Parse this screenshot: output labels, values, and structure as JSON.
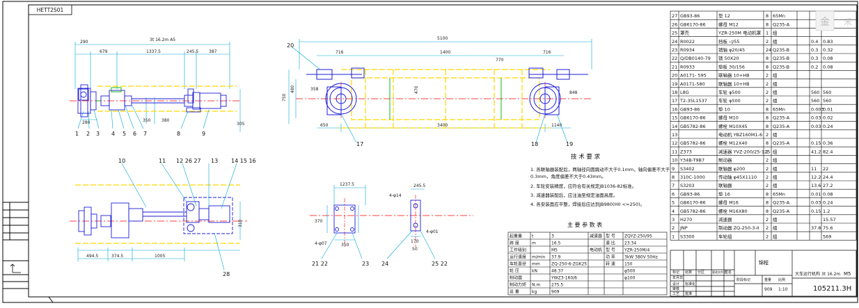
{
  "drawing": {
    "stamp": "HETT2S01",
    "drawing_number": "105211.3H",
    "company": "锦程",
    "title_name": "大车运行机构",
    "span_label": "3t 16.2m",
    "duty_class": "M5",
    "scale": "1:10"
  },
  "dimensions": {
    "top_left": [
      "290",
      "679",
      "1337.5",
      "245.5",
      "387",
      "3t 16.2m A5",
      "280",
      "350",
      "380",
      "305"
    ],
    "top_right": [
      "5100",
      "716",
      "1400",
      "716",
      "3400",
      "650",
      "1140",
      "750",
      "480",
      "358",
      "470",
      "848",
      "770"
    ],
    "bottom_left": [
      "494.5",
      "374.5",
      "1005",
      "310"
    ],
    "bottom_mid": [
      "1237.5",
      "245.5",
      "4-φ14",
      "370",
      "4-φ07",
      "350",
      "4-φ01",
      "170",
      "50"
    ]
  },
  "balloons": {
    "top_left": [
      "1",
      "2",
      "3",
      "4",
      "5",
      "6",
      "7",
      "8",
      "9"
    ],
    "top_right": [
      "20",
      "17",
      "18",
      "19"
    ],
    "bottom_left": [
      "10",
      "11",
      "12 26 27",
      "13",
      "14 15 16",
      "28"
    ],
    "bottom_mid": [
      "21 22",
      "23",
      "24",
      "25 22"
    ]
  },
  "tech_requirements": {
    "title": "技 术 要 求",
    "items": [
      "1. 各联轴器装配后，两轴径向圆跳动不大于0.1mm，轴向偏差不大于",
      "   0.3mm，角度偏差不大于0.43mm。",
      "2. 车轮安装精度，应符合有关规定JB1036-82标准。",
      "3. 减速器装配后，应注油至规定油面高度。",
      "4. 各安装面应平整，焊接后应达到JB980(H0 <=250)。"
    ]
  },
  "params": {
    "title": "主 要 参 数 表",
    "rows": [
      [
        "起重量",
        "t",
        "3",
        "减速器",
        "型 号",
        "ZQYZ-250/95"
      ],
      [
        "跨  度",
        "m",
        "16.5",
        "",
        "速 比",
        "23.34"
      ],
      [
        "工作级别",
        "",
        "M5",
        "电动机",
        "型 号",
        "YZR-250M/4"
      ],
      [
        "运行速度",
        "m/min",
        "37.9",
        "",
        "功 率",
        "3kW 380V 50Hz"
      ],
      [
        "车轮直径",
        "mm",
        "ZQ-250-6-ZGK25",
        "",
        "转 速",
        "150"
      ],
      [
        "轮  压",
        "kN",
        "48.37",
        "",
        "",
        "φ500"
      ],
      [
        "制动器",
        "",
        "YWZ3-160/6",
        "",
        "",
        "φ100"
      ],
      [
        "制动力矩",
        "N.m",
        "275.5",
        "",
        "",
        ""
      ],
      [
        "总  重",
        "kg",
        "909",
        "",
        "",
        ""
      ]
    ]
  },
  "bom": {
    "rows": [
      [
        "27",
        "GB93-86",
        "垫 12",
        "8",
        "65Mn",
        "",
        ""
      ],
      [
        "26",
        "GB6170-86",
        "螺母 M12",
        "8",
        "Q235-A",
        "",
        ""
      ],
      [
        "25",
        "罩壳",
        "YZR-250M 电动机罩",
        "1",
        "组",
        "",
        ""
      ],
      [
        "24",
        "R0022",
        "挡板 ◁/55",
        "2",
        "组",
        "0.4",
        "0.83"
      ],
      [
        "23",
        "R0934",
        "销轴 φ20/45",
        "24",
        "Q235-B",
        "0.3",
        "0.32"
      ],
      [
        "22",
        "Q/DB0140-79",
        "锁 50X20",
        "8",
        "Q235-B",
        "0.3",
        "0.08"
      ],
      [
        "21",
        "R0933",
        "垫板 30/156",
        "8",
        "Q235-B",
        "0.2",
        "0.08"
      ],
      [
        "20",
        "A0171- 595",
        "联轴器 10+HB",
        "2",
        "组",
        "",
        ""
      ],
      [
        "19",
        "A0171-580",
        "联轴器 10+HB",
        "2",
        "组",
        "",
        ""
      ],
      [
        "18",
        "L8G",
        "车轮 φ500",
        "2",
        "组",
        "560",
        "560"
      ],
      [
        "17",
        "T2-35L1537",
        "车轮 φ500",
        "2",
        "组",
        "560",
        "560"
      ],
      [
        "16",
        "GB93-86",
        "垫 10",
        "8",
        "65Mn",
        "0.003",
        "0.01"
      ],
      [
        "15",
        "GB6170-86",
        "螺母 M10",
        "8",
        "Q235-A",
        "0.03",
        "0.02"
      ],
      [
        "14",
        "GB5782-86",
        "螺栓 M10X45",
        "8",
        "Q235-A",
        "0.03",
        "0.24"
      ],
      [
        "13",
        "",
        "电动机 YBZ160M1-6",
        "2",
        "组",
        "",
        ""
      ],
      [
        "12",
        "GB5782-86",
        "螺栓 M12X40",
        "8",
        "Q235-A",
        "0.15",
        "0.36"
      ],
      [
        "11",
        "Z373",
        "减速器 YVZ-200/25-125",
        "2",
        "组",
        "41.2",
        "82.4"
      ],
      [
        "10",
        "Y34B-T9B7",
        "制动器",
        "2",
        "组",
        "",
        ""
      ],
      [
        "9",
        "S3402",
        "联轴器 φ200",
        "2",
        "组",
        "11",
        "22"
      ],
      [
        "8",
        "310C-1000",
        "传动轴 φ45X1110",
        "2",
        "组",
        "12.2",
        "24.4"
      ],
      [
        "7",
        "S3203",
        "联轴器",
        "2",
        "组",
        "13.6",
        "27.2"
      ],
      [
        "6",
        "GB93-86",
        "垫 16",
        "8",
        "65Mn",
        "0.01",
        "0.08"
      ],
      [
        "5",
        "GB6170-86",
        "螺母 M16",
        "8",
        "Q235-A",
        "0.03",
        "0.24"
      ],
      [
        "4",
        "GB5782-86",
        "螺栓 M16X80",
        "8",
        "Q235-A",
        "0.15",
        "1.2"
      ],
      [
        "3",
        "H270",
        "减速器",
        "2",
        "组",
        "",
        "15.57"
      ],
      [
        "2",
        "JNP",
        "制动器 ZQ-250-3-II",
        "2",
        "组",
        "37.8",
        "75.6"
      ],
      [
        "1",
        "S3300",
        "车轮组",
        "2",
        "组",
        "",
        "569"
      ]
    ]
  },
  "title_block": {
    "labels": [
      "标记",
      "处数",
      "分区",
      "更改文件号",
      "签名",
      "年月日",
      "设计",
      "标准化",
      "审核",
      "工艺",
      "批准",
      "阶段标记",
      "重量",
      "比例"
    ],
    "weight": "909"
  },
  "watermarks": [
    "金",
    "禾"
  ],
  "colors": {
    "frame": "#000000",
    "centerline": "#ff0000",
    "dimension": "#00a6d6",
    "girder": "#ffd600",
    "parts": "#1b1bd6",
    "shaft_green": "#00b000",
    "leader": "#0099cc"
  }
}
